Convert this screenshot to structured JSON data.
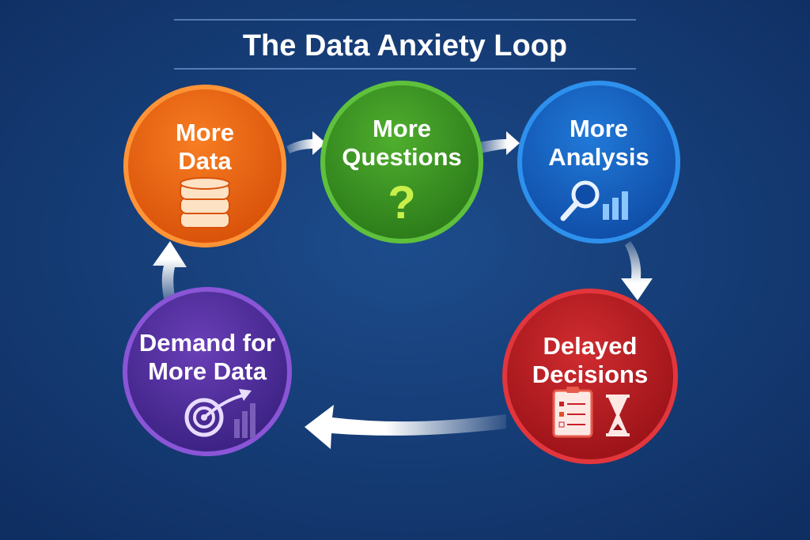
{
  "title": "The Data Anxiety Loop",
  "nodes": [
    {
      "line1": "More",
      "line2": "Data",
      "icon": "database-icon",
      "color": "#f06a14"
    },
    {
      "line1": "More",
      "line2": "Questions",
      "icon": "question-mark-icon",
      "color": "#3f9a26"
    },
    {
      "line1": "More",
      "line2": "Analysis",
      "icon": "magnifier-chart-icon",
      "color": "#1a68c8"
    },
    {
      "line1": "Delayed",
      "line2": "Decisions",
      "icon": "clipboard-hourglass-icon",
      "color": "#c7222a"
    },
    {
      "line1": "Demand for",
      "line2": "More Data",
      "icon": "target-growth-icon",
      "color": "#5a34a6"
    }
  ],
  "question_glyph": "?"
}
